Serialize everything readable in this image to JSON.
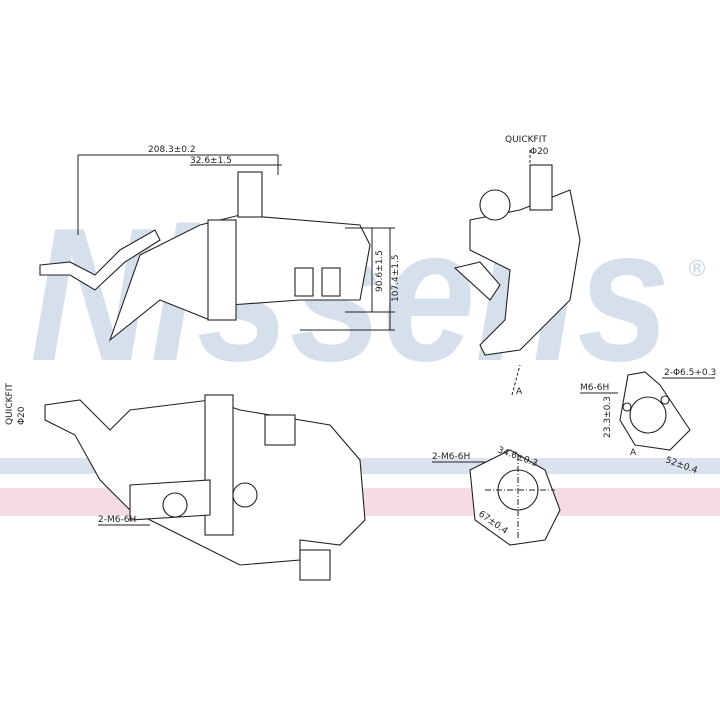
{
  "watermark": {
    "text": "Nissens",
    "registered": "®",
    "color": "#c9d6e6",
    "stripe_blue": "#c9d6e6",
    "stripe_pink": "#f2d3db"
  },
  "views": {
    "front": {
      "dim_length": "208.3±0.2",
      "dim_offset": "32.6±1.5",
      "dim_height_1": "90.6±1.5",
      "dim_height_2": "107.4±1.5"
    },
    "side": {
      "quickfit": "QUICKFIT",
      "quickfit_dia": "Φ20",
      "section_marker": "A"
    },
    "top": {
      "quickfit": "QUICKFIT",
      "quickfit_dia": "Φ20",
      "thread": "2-M6-6H"
    },
    "flange_a": {
      "thread": "M6-6H",
      "holes": "2-Φ6.5+0.3",
      "dim_1": "23.3±0.3",
      "dim_2": "52±0.4",
      "marker": "A"
    },
    "flange_b": {
      "thread": "2-M6-6H",
      "dim_1": "34.6±0.3",
      "dim_2": "67±0.4"
    }
  }
}
